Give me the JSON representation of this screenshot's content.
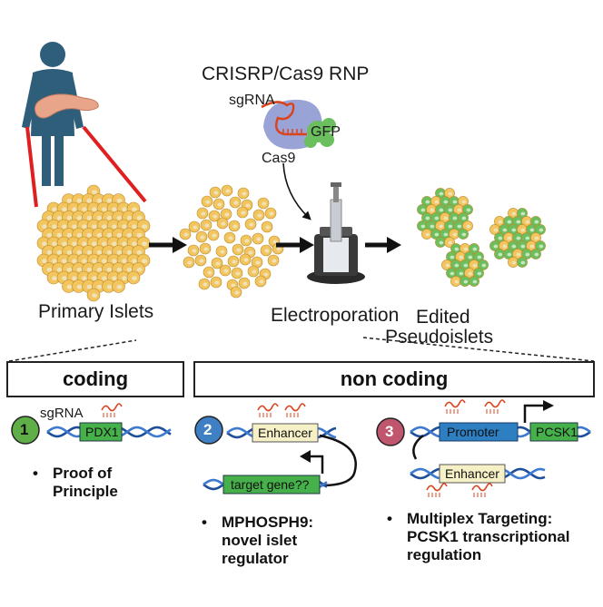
{
  "top": {
    "title": "CRISRP/Cas9 RNP",
    "sgrna_label": "sgRNA",
    "gfp_label": "GFP",
    "cas9_label": "Cas9",
    "primary_islets": "Primary Islets",
    "electroporation": "Electroporation",
    "edited_line1": "Edited",
    "edited_line2": "Pseudoislets"
  },
  "sections": {
    "coding": "coding",
    "non_coding": "non coding"
  },
  "panel1": {
    "number": "1",
    "sgrna_label": "sgRNA",
    "gene": "PDX1",
    "bullet": "Proof of\nPrinciple"
  },
  "panel2": {
    "number": "2",
    "enhancer": "Enhancer",
    "target": "target gene??",
    "bullet": "MPHOSPH9:\nnovel islet\nregulator"
  },
  "panel3": {
    "number": "3",
    "promoter": "Promoter",
    "gene": "PCSK1",
    "enhancer": "Enhancer",
    "bullet": "Multiplex Targeting:\nPCSK1 transcriptional\nregulation"
  },
  "colors": {
    "cell_yellow": "#f3c55e",
    "cell_nucleus": "#f0e2b8",
    "cell_green": "#6cbf5e",
    "dna_blue": "#1f4f9a",
    "person": "#2f5e7a",
    "pancreas": "#e8a58a",
    "laser_red": "#e02020",
    "cas9_purple": "#9aa3d6",
    "num1": "#5fae47",
    "num2": "#3f7fc4",
    "num3": "#c0566e"
  }
}
